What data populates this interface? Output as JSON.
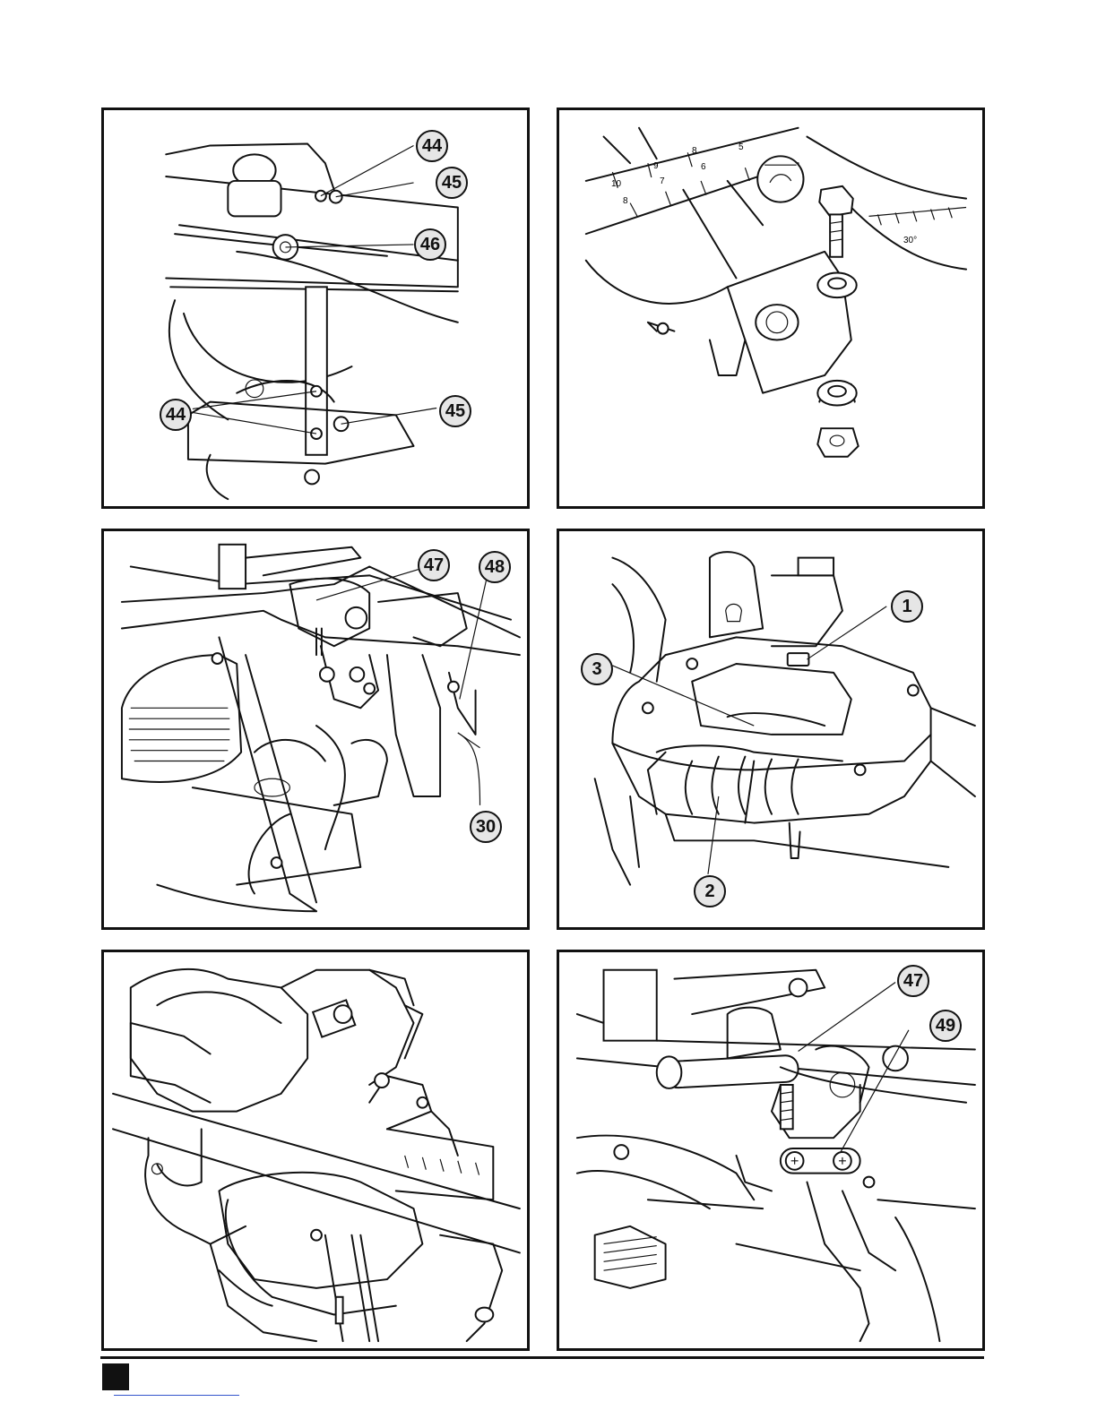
{
  "figures": [
    {
      "id": "fig-1",
      "callouts": [
        "44",
        "45",
        "46",
        "44",
        "45"
      ]
    },
    {
      "id": "fig-2",
      "scale_numbers": [
        "10",
        "9",
        "8",
        "8",
        "7",
        "6",
        "5"
      ],
      "angle_marking": "30°"
    },
    {
      "id": "fig-3",
      "callouts": [
        "47",
        "48",
        "30"
      ]
    },
    {
      "id": "fig-4",
      "callouts": [
        "1",
        "3",
        "2"
      ]
    },
    {
      "id": "fig-5",
      "callouts": []
    },
    {
      "id": "fig-6",
      "callouts": [
        "47",
        "49"
      ]
    }
  ],
  "colors": {
    "line": "#111111",
    "callout_fill": "#e6e6e6",
    "background": "#ffffff"
  }
}
